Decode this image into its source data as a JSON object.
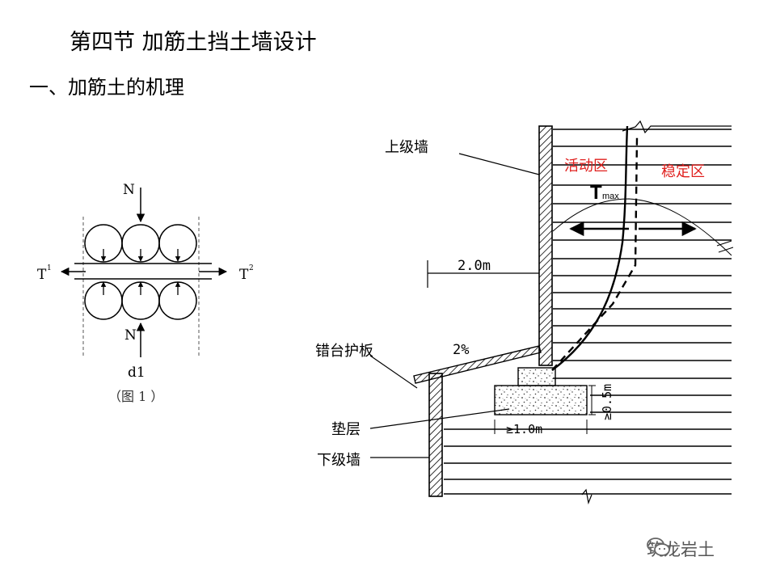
{
  "title": "第四节 加筋土挡土墙设计",
  "subtitle": "一、加筋土的机理",
  "fig1": {
    "label_n_top": "N",
    "label_n_bottom": "N",
    "label_t1": "T",
    "label_t1_sup": "1",
    "label_t2": "T",
    "label_t2_sup": "2",
    "label_d1": "d1",
    "caption": "（图 1 ）"
  },
  "fig2": {
    "upper_wall": "上级墙",
    "active_zone": "活动区",
    "stable_zone": "稳定区",
    "tmax": "T",
    "tmax_sub": "max",
    "dim_2m": "2.0m",
    "slope": "2%",
    "step_plate": "错台护板",
    "cushion": "垫层",
    "lower_wall": "下级墙",
    "dim_05m": "≥0.5m",
    "dim_1m": "≥1.0m",
    "zone_color": "#e0201e"
  },
  "watermark": {
    "icon": "wechat-icon",
    "text": "筑龙岩土"
  }
}
